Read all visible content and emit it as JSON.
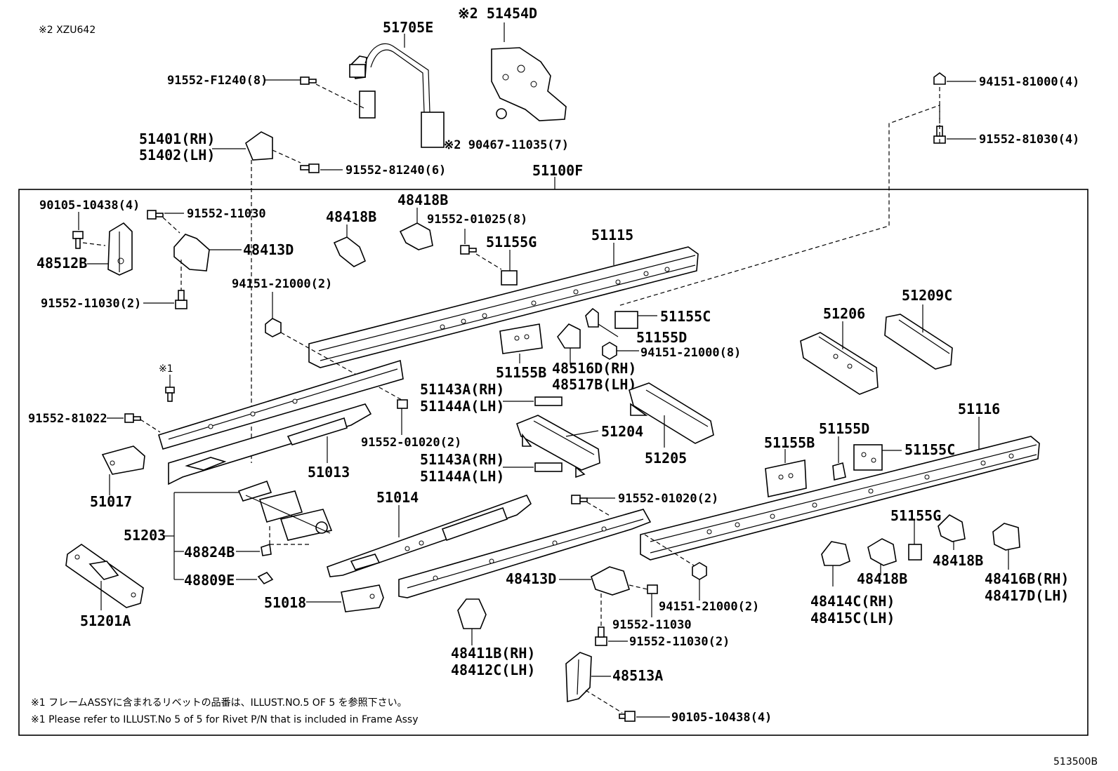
{
  "diagram": {
    "top_note": "※2 XZU642",
    "frame_group_label": "51100F",
    "diagram_code": "513500B",
    "footnote_jp": "※1  フレームASSYに含まれるリベットの品番は、ILLUST.NO.5  OF  5  を参照下さい。",
    "footnote_en": "※1  Please refer to ILLUST.No 5 of 5 for Rivet P/N that is included in Frame Assy",
    "labels": {
      "p51705E": "51705E",
      "p51454D": "※2 51454D",
      "p91552F1240": "91552-F1240(8)",
      "p9046711035": "※2 90467-11035(7)",
      "p9415181000": "94151-81000(4)",
      "p9155281030": "91552-81030(4)",
      "p51401": "51401(RH)",
      "p51402": "51402(LH)",
      "p9155281240": "91552-81240(6)",
      "p9010510438a": "90105-10438(4)",
      "p9155211030a": "91552-11030",
      "p48512B": "48512B",
      "p48413Da": "48413D",
      "p9155211030b": "91552-11030(2)",
      "p48418Ba": "48418B",
      "p48418Bb": "48418B",
      "p9155201025": "91552-01025(8)",
      "p51155Ga": "51155G",
      "p51115": "51115",
      "p9415121000a": "94151-21000(2)",
      "p51155Ca": "51155C",
      "p51155Da": "51155D",
      "p9415121000b": "94151-21000(8)",
      "p51155Ba": "51155B",
      "p48516D": "48516D(RH)",
      "p48517B": "48517B(LH)",
      "p51206": "51206",
      "p51209C": "51209C",
      "p_rivet": "※1",
      "p9155281022": "91552-81022",
      "p51143Aa": "51143A(RH)",
      "p51144Aa": "51144A(LH)",
      "p51204": "51204",
      "p51205": "51205",
      "p9155201020a": "91552-01020(2)",
      "p51013": "51013",
      "p51017": "51017",
      "p51143Ab": "51143A(RH)",
      "p51144Ab": "51144A(LH)",
      "p51116": "51116",
      "p51155Bb": "51155B",
      "p51155Db": "51155D",
      "p51155Cb": "51155C",
      "p51014": "51014",
      "p9155201020b": "91552-01020(2)",
      "p51203": "51203",
      "p48824B": "48824B",
      "p48809E": "48809E",
      "p51155Gb": "51155G",
      "p48418Bc": "48418B",
      "p48418Bd": "48418B",
      "p48416B": "48416B(RH)",
      "p48417D": "48417D(LH)",
      "p48413Db": "48413D",
      "p9415121000c": "94151-21000(2)",
      "p9155211030c": "91552-11030",
      "p9155211030d": "91552-11030(2)",
      "p51018": "51018",
      "p48414C": "48414C(RH)",
      "p48415C": "48415C(LH)",
      "p51201A": "51201A",
      "p48411B": "48411B(RH)",
      "p48412C": "48412C(LH)",
      "p48513A": "48513A",
      "p9010510438b": "90105-10438(4)"
    }
  }
}
